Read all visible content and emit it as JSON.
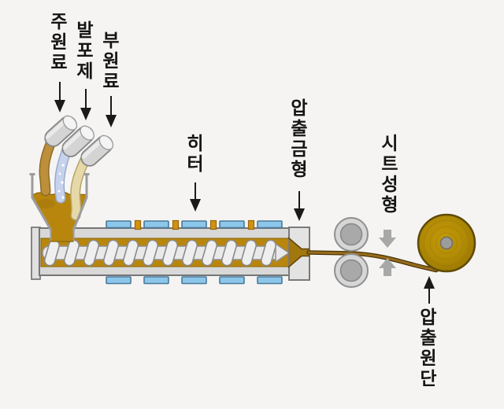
{
  "diagram": {
    "labels": {
      "main_material": "주원료",
      "foaming_agent": "발포제",
      "auxiliary_material": "부원료",
      "heater": "히터",
      "extrusion_die": "압출금형",
      "sheet_forming": "시트성형",
      "extruded_sheet": "압출원단"
    },
    "icons": {
      "label_pointer": "thin-black-arrow",
      "press_indicator": "thick-gray-arrow"
    },
    "colors": {
      "background": "#f5f4f2",
      "label_text": "#151515",
      "melt_gold": "#b8860d",
      "heater_blue": "#8cc6e9",
      "heater_border": "#49799b",
      "spacer_orange": "#d29110",
      "machine_gray": "#d8d8d8",
      "roll_gold": "#b28c06",
      "stream_main": "#bd8f3a",
      "stream_foaming": "#c7d3ed",
      "stream_auxiliary": "#e7d9a7",
      "press_arrow_gray": "#a8a8a8"
    }
  }
}
